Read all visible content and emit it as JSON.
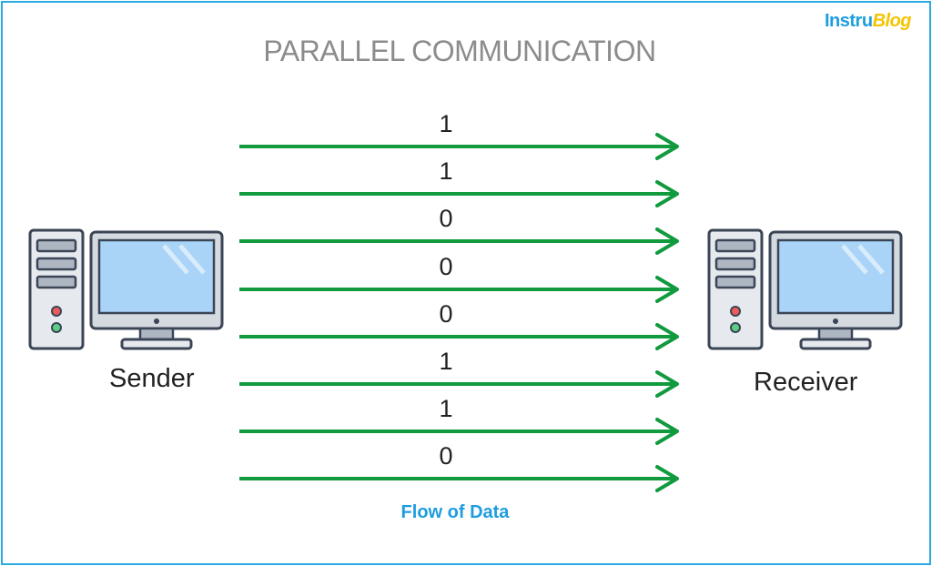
{
  "title": "PARALLEL COMMUNICATION",
  "brand": {
    "part1": "Instru",
    "part2": "Blog"
  },
  "sender": {
    "label": "Sender"
  },
  "receiver": {
    "label": "Receiver"
  },
  "bits": [
    "1",
    "1",
    "0",
    "0",
    "0",
    "1",
    "1",
    "0"
  ],
  "flow_label": "Flow of Data",
  "colors": {
    "arrow": "#119a3e",
    "border": "#29abe2",
    "flow_text": "#1e9de0",
    "title": "#8c8c8c",
    "screen": "#a9d4f7"
  },
  "icons": [
    "desktop-computer-icon"
  ]
}
